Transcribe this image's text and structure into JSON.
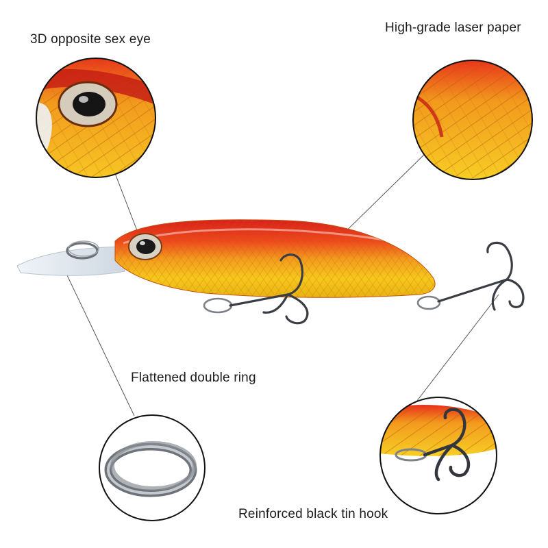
{
  "callouts": {
    "eye": "3D opposite sex eye",
    "laser": "High-grade laser paper",
    "ring": "Flattened double ring",
    "hook": "Reinforced black tin hook"
  },
  "colors": {
    "lure_red": "#e3231c",
    "lure_orange": "#f08a1c",
    "lure_yellow": "#f4c51a",
    "hook_metal": "#3a3d44",
    "ring_silver": "#9aa0a6",
    "callout_line": "#555555",
    "circle_border": "#111111"
  }
}
